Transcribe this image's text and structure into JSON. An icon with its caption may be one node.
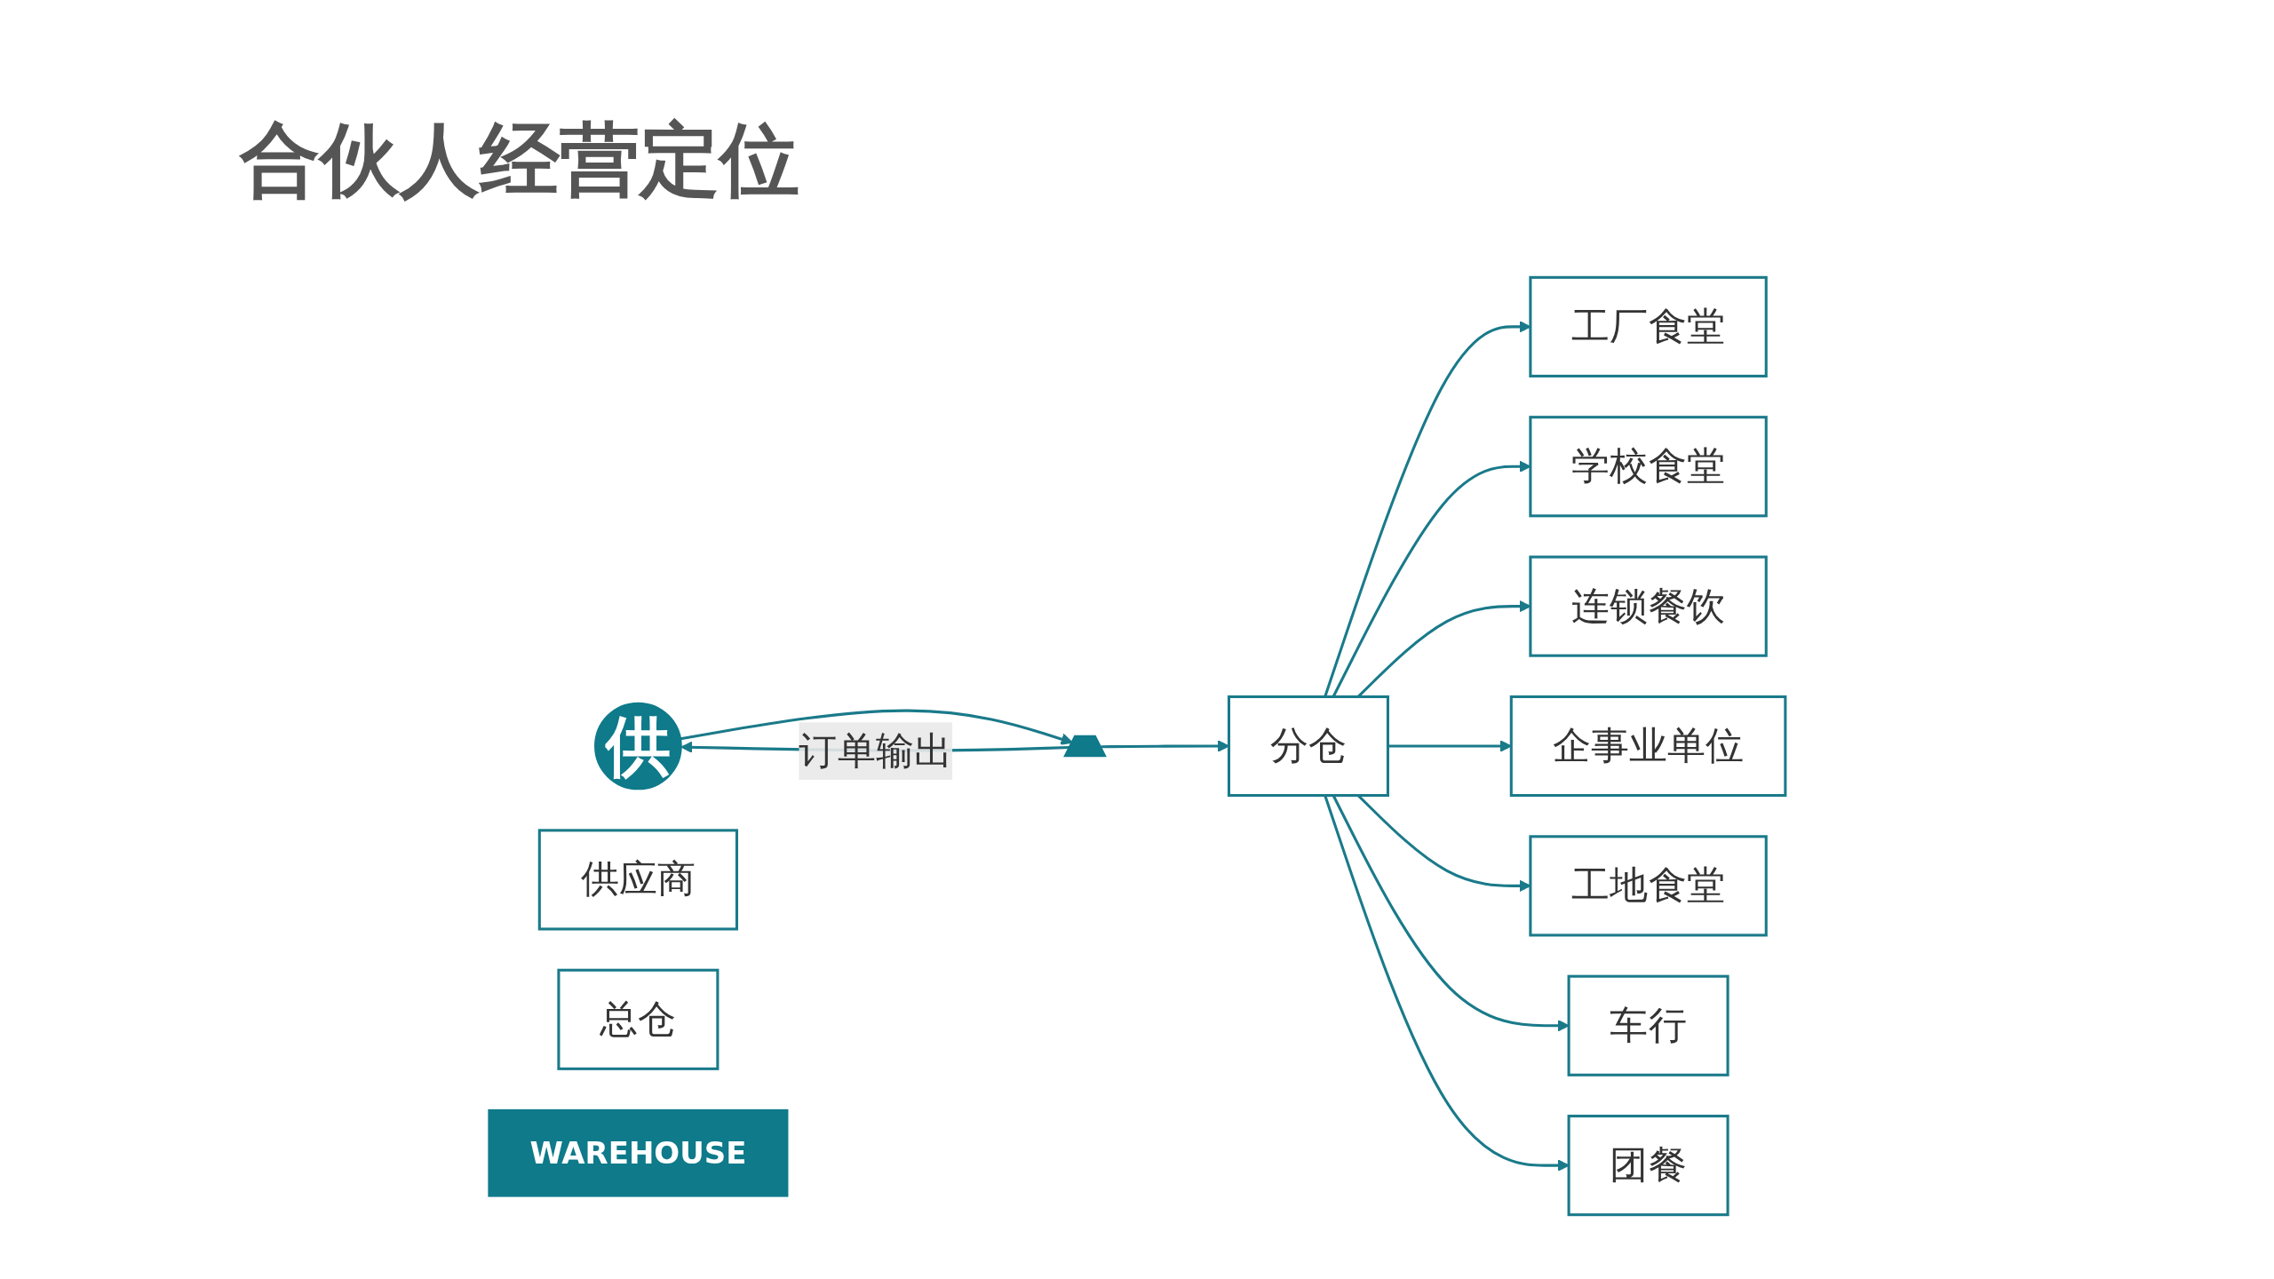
{
  "diagram": {
    "title": "合伙人经营定位",
    "nodes": [
      {
        "text": [
          "供"
        ]
      },
      {
        "text": [
          "供应商"
        ]
      },
      {
        "text": [],
        "shape": "picture"
      },
      {
        "text": [
          "总仓"
        ]
      },
      {
        "text": [
          "WAREHOUSE"
        ]
      },
      {
        "text": [
          "分仓"
        ]
      },
      {
        "text": [
          "工厂食堂"
        ]
      },
      {
        "text": [
          "学校食堂"
        ]
      },
      {
        "text": [
          "连锁餐饮"
        ]
      },
      {
        "text": [
          "企事业单位"
        ]
      },
      {
        "text": [
          "工地食堂"
        ]
      },
      {
        "text": [
          "车行"
        ]
      },
      {
        "text": [
          "团餐"
        ]
      }
    ],
    "edges": [
      {
        "from": 0,
        "to": 2,
        "arrow": "to"
      },
      {
        "from": 2,
        "to": 0,
        "label": "订单输出",
        "arrow": "to"
      },
      {
        "from": 2,
        "to": 5,
        "arrow": "to"
      },
      {
        "from": 5,
        "to": 6,
        "arrow": "to"
      },
      {
        "from": 5,
        "to": 7,
        "arrow": "to"
      },
      {
        "from": 5,
        "to": 8,
        "arrow": "to"
      },
      {
        "from": 5,
        "to": 9,
        "arrow": "to"
      },
      {
        "from": 5,
        "to": 10,
        "arrow": "to"
      },
      {
        "from": 5,
        "to": 11,
        "arrow": "to"
      },
      {
        "from": 5,
        "to": 12,
        "arrow": "to"
      }
    ]
  }
}
